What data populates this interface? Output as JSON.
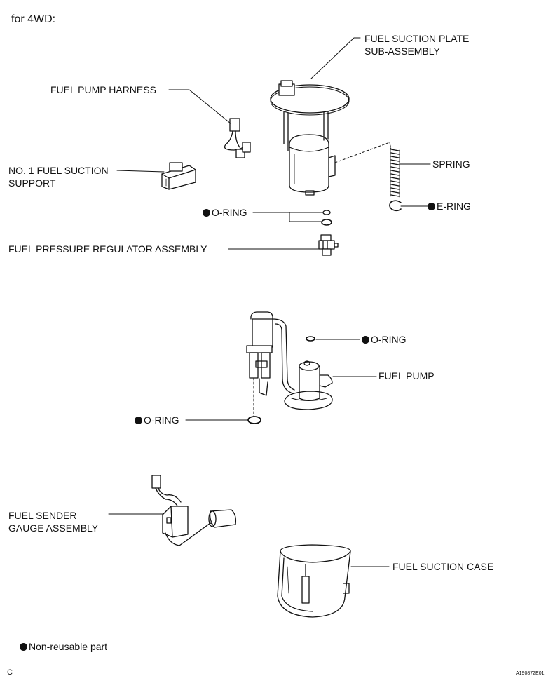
{
  "header": {
    "title": "for 4WD:"
  },
  "labels": {
    "fuel_suction_plate_line1": "FUEL SUCTION PLATE",
    "fuel_suction_plate_line2": "SUB-ASSEMBLY",
    "fuel_pump_harness": "FUEL PUMP HARNESS",
    "no1_fuel_suction_line1": "NO. 1 FUEL SUCTION",
    "no1_fuel_suction_line2": "SUPPORT",
    "spring": "SPRING",
    "e_ring": "E-RING",
    "o_ring_1": "O-RING",
    "fuel_pressure_regulator": "FUEL PRESSURE REGULATOR ASSEMBLY",
    "o_ring_2": "O-RING",
    "fuel_pump": "FUEL PUMP",
    "o_ring_3": "O-RING",
    "fuel_sender_line1": "FUEL SENDER",
    "fuel_sender_line2": "GAUGE ASSEMBLY",
    "fuel_suction_case": "FUEL SUCTION CASE"
  },
  "legend": {
    "text": "Non-reusable part",
    "marker": "filled-circle"
  },
  "footer": {
    "corner_letter": "C",
    "figure_code": "A190872E01"
  }
}
